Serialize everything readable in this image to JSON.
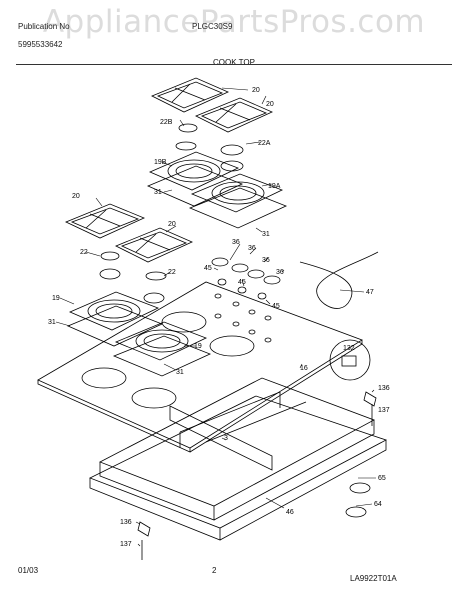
{
  "watermark": "AppliancePartsPros.com",
  "header": {
    "publication": "Publication No",
    "part_number": "5995533642",
    "model": "PLGC30S9",
    "section_title": "COOK TOP"
  },
  "callouts": {
    "c20a": "20",
    "c20b": "20",
    "c22b": "22B",
    "c22a": "22A",
    "c19b": "19B",
    "c31a": "31",
    "c19a": "19A",
    "c31b": "31",
    "c20c": "20",
    "c20d": "20",
    "c22c": "22",
    "c22d": "22",
    "c36a": "36",
    "c36b": "36",
    "c36c": "36",
    "c36d": "36",
    "c45a": "45",
    "c45b": "45",
    "c45c": "45",
    "c47": "47",
    "c19c": "19",
    "c31c": "31",
    "c19d": "19",
    "c31d": "31",
    "c16": "16",
    "c132": "132",
    "c136a": "136",
    "c137a": "137",
    "c3": "3",
    "c65": "65",
    "c64": "64",
    "c46": "46",
    "c136b": "136",
    "c137b": "137"
  },
  "footer": {
    "date": "01/03",
    "page": "2",
    "diagram_code": "LA9922T01A"
  }
}
